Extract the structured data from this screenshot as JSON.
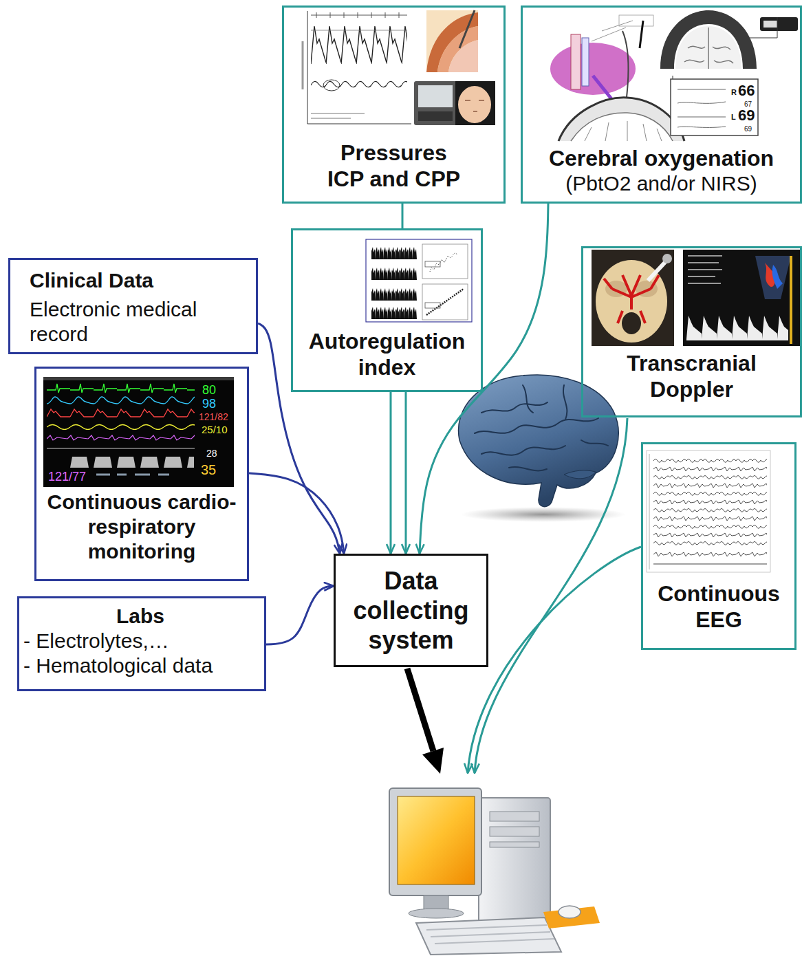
{
  "diagram": {
    "nodes": [
      {
        "text": [
          "Pressures ICP and CPP"
        ]
      },
      {
        "text": [
          "Cerebral oxygenation",
          "(PbtO2 and/or NIRS)"
        ]
      },
      {
        "text": [
          "Clinical Data",
          "Electronic medical record"
        ]
      },
      {
        "text": [
          "Autoregulation index"
        ]
      },
      {
        "text": [
          "Transcranial Doppler"
        ]
      },
      {
        "text": [
          "Continuous cardio-respiratory monitoring"
        ]
      },
      {
        "text": [
          "Continuous EEG"
        ]
      },
      {
        "text": [
          "Labs",
          "- Electrolytes,…",
          "- Hematological data"
        ]
      },
      {
        "text": [
          "Data collecting system"
        ]
      }
    ],
    "edges": [
      {
        "from": 0,
        "to": 3,
        "arrow": "none"
      },
      {
        "from": 3,
        "to": 8,
        "arrow": "to"
      },
      {
        "from": 3,
        "to": 8,
        "arrow": "to"
      },
      {
        "from": 1,
        "to": 8,
        "arrow": "to"
      },
      {
        "from": 2,
        "to": 8,
        "arrow": "to"
      },
      {
        "from": 5,
        "to": 8,
        "arrow": "to"
      },
      {
        "from": 7,
        "to": 8,
        "arrow": "to"
      }
    ],
    "labels": [
      "R",
      "66",
      "67",
      "L",
      "69",
      "69",
      "80",
      "98",
      "121/82",
      "25/10",
      "28",
      "35",
      "121/77"
    ]
  }
}
